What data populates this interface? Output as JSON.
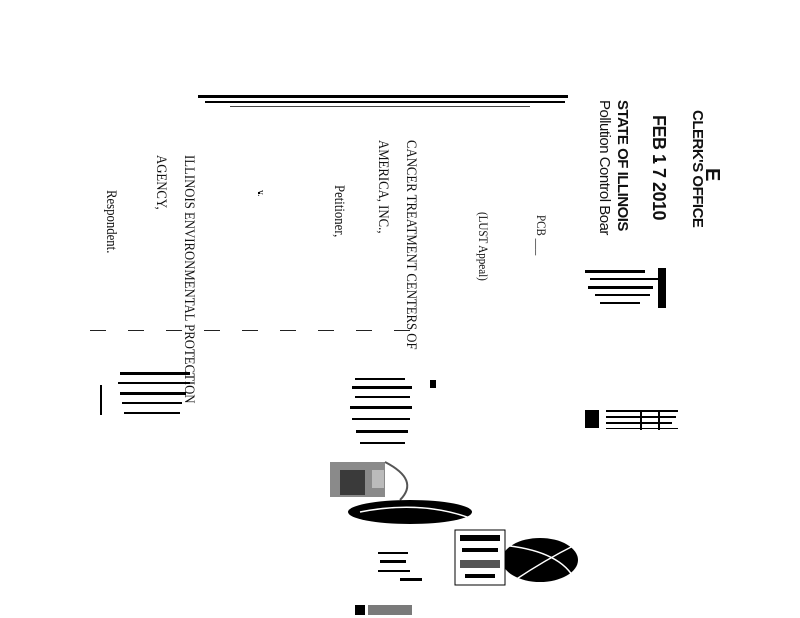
{
  "stamp": {
    "marker": "E",
    "office": "CLERK'S OFFICE",
    "date": "FEB 1 7 2010",
    "state": "STATE OF ILLINOIS",
    "board": "Pollution Control Boar"
  },
  "case_numbers": {
    "pcb": "PCB ___",
    "type": "(LUST Appeal)"
  },
  "caption": {
    "petitioner_line1": "CANCER TREATMENT CENTERS OF",
    "petitioner_line2": "AMERICA, INC.,",
    "petitioner_role": "Petitioner,",
    "versus": "v.",
    "respondent_line1": "ILLINOIS ENVIRONMENTAL PROTECTION",
    "respondent_line2": "AGENCY,",
    "respondent_role": "Respondent."
  },
  "colors": {
    "ink": "#000000",
    "paper": "#ffffff",
    "gray": "#808080"
  }
}
